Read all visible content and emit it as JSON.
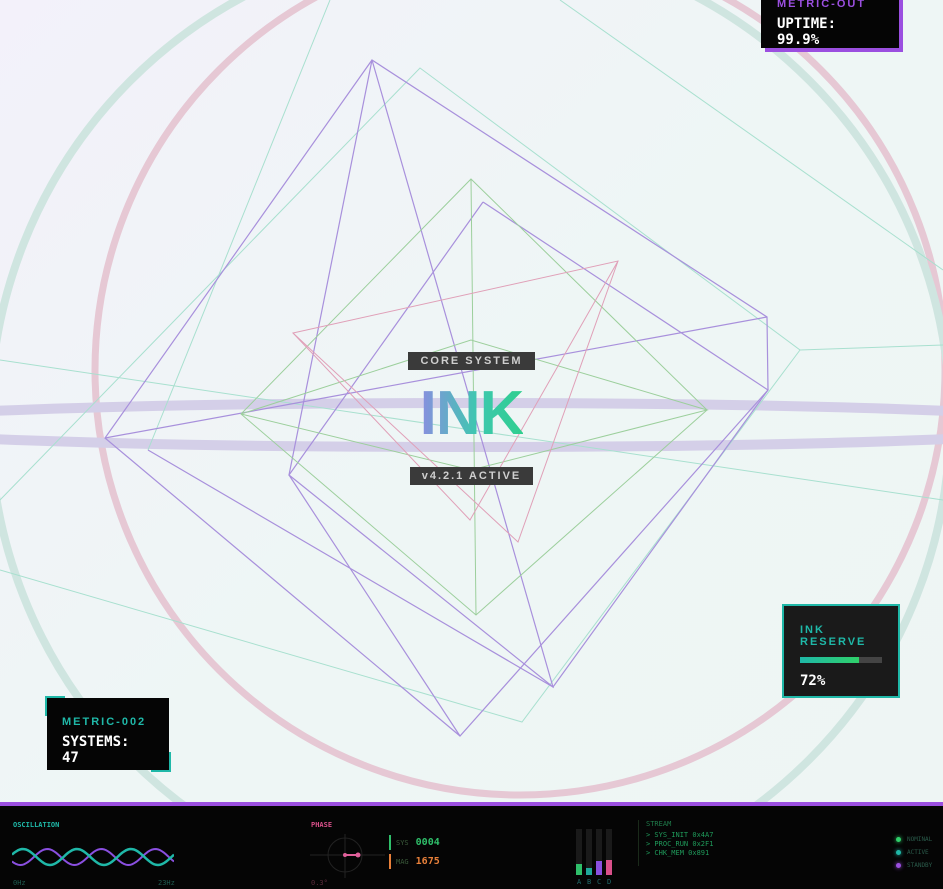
{
  "core": {
    "label": "CORE SYSTEM",
    "title": "INK",
    "version": "v4.2.1 ACTIVE"
  },
  "metric_out": {
    "label": "METRIC-OUT",
    "value": "UPTIME: 99.9%"
  },
  "metric_002": {
    "label": "METRIC-002",
    "value": "SYSTEMS: 47"
  },
  "ink_reserve": {
    "label": "INK RESERVE",
    "percent": 72,
    "value": "72%"
  },
  "footer": {
    "oscillation": {
      "label": "OSCILLATION",
      "min": "0Hz",
      "max": "23Hz"
    },
    "phase": {
      "label": "PHASE",
      "readout": "0.3°"
    },
    "counters": [
      {
        "label": "SYS",
        "value": "0004",
        "color": "#2fbf6a"
      },
      {
        "label": "MAG",
        "value": "1675",
        "color": "#e8803a"
      }
    ],
    "bars": [
      {
        "label": "A",
        "level": 0.25,
        "color": "#2fbf6a"
      },
      {
        "label": "B",
        "level": 0.15,
        "color": "#1fa89a"
      },
      {
        "label": "C",
        "level": 0.3,
        "color": "#8a4fe0"
      },
      {
        "label": "D",
        "level": 0.32,
        "color": "#d9508a"
      }
    ],
    "stream": {
      "label": "STREAM",
      "lines": [
        "> SYS_INIT 0x4A7",
        "> PROC_RUN 0x2F1",
        "> CHK_MEM 0x891"
      ]
    },
    "status": [
      {
        "label": "NOMINAL",
        "color": "#2fd06a"
      },
      {
        "label": "ACTIVE",
        "color": "#1fb8a8"
      },
      {
        "label": "STANDBY",
        "color": "#9b4fe0"
      }
    ]
  }
}
